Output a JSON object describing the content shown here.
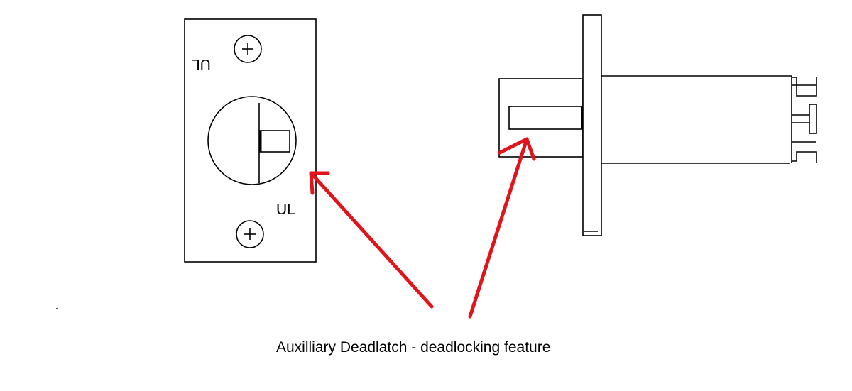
{
  "diagram": {
    "caption": "Auxilliary Deadlatch - deadlocking feature",
    "strike_plate": {
      "label_top_inverted": "UL",
      "label_bottom": "UL",
      "screw_holes": 2
    },
    "latch_side_view": {
      "components": [
        "latch-bolt",
        "deadlatch-plunger",
        "faceplate",
        "latch-housing",
        "tailpiece-connectors"
      ]
    },
    "arrows": [
      {
        "target": "strike-plate-deadlatch-plunger-edge",
        "color": "#e0141b"
      },
      {
        "target": "latch-deadlatch-plunger",
        "color": "#e0141b"
      }
    ],
    "colors": {
      "line": "#000000",
      "arrow": "#e0141b",
      "background": "#ffffff"
    }
  }
}
